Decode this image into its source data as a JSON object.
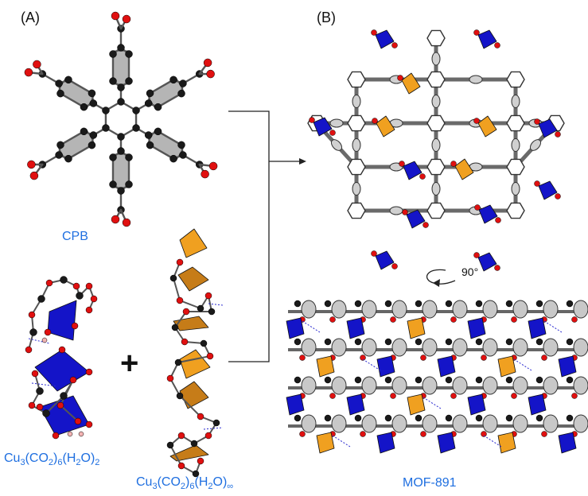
{
  "panels": {
    "a": "(A)",
    "b": "(B)"
  },
  "labels": {
    "cpb": "CPB",
    "cluster_dimer": {
      "p1": "Cu",
      "s1": "3",
      "p2": "(CO",
      "s2": "2",
      "p3": ")",
      "s3": "6",
      "p4": "(H",
      "s4": "2",
      "p5": "O)",
      "s5": "2"
    },
    "cluster_chain": {
      "p1": "Cu",
      "s1": "3",
      "p2": "(CO",
      "s2": "2",
      "p3": ")",
      "s3": "6",
      "p4": "(H",
      "s4": "2",
      "p5": "O)",
      "s5": "∞"
    },
    "plus": "+",
    "rotation": "90°",
    "mof": "MOF-891"
  },
  "colors": {
    "label_blue": "#1f6fe0",
    "carbon": "#1a1a1a",
    "oxygen": "#e01010",
    "ring_gray": "#9a9a9a",
    "cu_blue": "#1414c8",
    "cu_orange": "#f0a020",
    "hbond": "#2a2ad0"
  }
}
